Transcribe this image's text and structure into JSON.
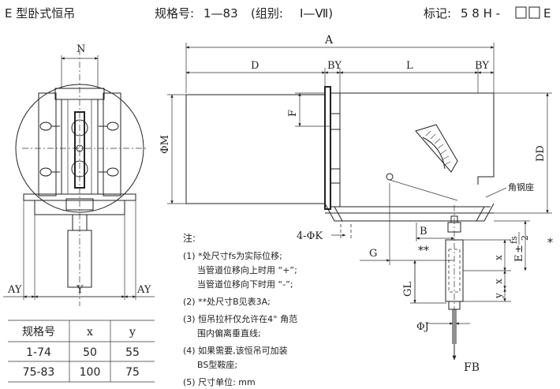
{
  "header": {
    "title": "E 型卧式恒吊",
    "spec_label": "规格号:",
    "spec_value": "1—83",
    "group_label": "(组别:",
    "group_value": "Ⅰ—Ⅶ)",
    "mark_label": "标记:",
    "mark_value": "5 8 H -",
    "mark_suffix": "E"
  },
  "dims": {
    "A": "A",
    "D": "D",
    "BY": "BY",
    "L": "L",
    "F": "F",
    "phiM": "ΦM",
    "DD": "DD",
    "N": "N",
    "AY": "AY",
    "Y": "Y",
    "phiK": "4-ΦK",
    "B": "B",
    "G": "G",
    "star2": "**",
    "star": "*",
    "E": "E",
    "pm": "±",
    "fs": "fs",
    "two": "2",
    "x": "x",
    "y": "y",
    "GL": "GL",
    "phiJ": "ΦJ",
    "FB": "FB",
    "base_label": "角钢座"
  },
  "table": {
    "headers": [
      "规格号",
      "x",
      "y"
    ],
    "rows": [
      [
        "1-74",
        "50",
        "55"
      ],
      [
        "75-83",
        "100",
        "75"
      ]
    ]
  },
  "notes": {
    "heading": "注:",
    "items": [
      "(1) *处尺寸fs为实际位移;",
      "当管道位移向上时用 “+”;",
      "当管道位移向下时用 “-”;",
      "(2) **处尺寸B见表3A;",
      "(3) 恒吊拉杆仅允许在4° 角范",
      "围内偏离垂直线;",
      "(4) 如果需要,该恒吊可加装",
      "BS型鞍座;",
      "(5) 尺寸单位: mm"
    ]
  }
}
